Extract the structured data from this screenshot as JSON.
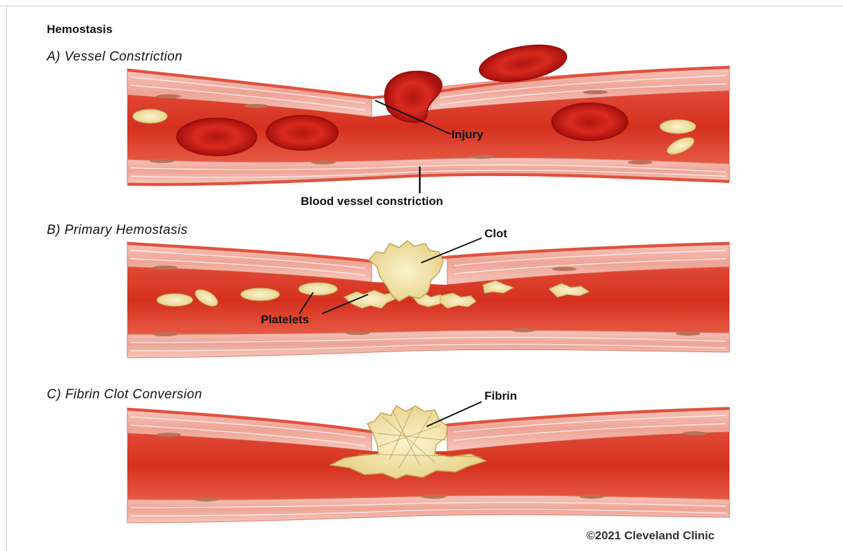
{
  "title": "Hemostasis",
  "sections": [
    {
      "heading": "A) Vessel Constriction",
      "labels": {
        "injury": "Injury",
        "constriction": "Blood vessel constriction"
      }
    },
    {
      "heading": "B) Primary Hemostasis",
      "labels": {
        "clot": "Clot",
        "platelets": "Platelets"
      }
    },
    {
      "heading": "C) Fibrin Clot Conversion",
      "labels": {
        "fibrin": "Fibrin"
      }
    }
  ],
  "copyright": "©2021 Cleveland Clinic",
  "colors": {
    "blood": "#d93a2a",
    "vessel_wall": "#f2b0a5",
    "red_cell": "#c81d16",
    "platelet": "#f3e7b0",
    "clot": "#e7d38c"
  }
}
